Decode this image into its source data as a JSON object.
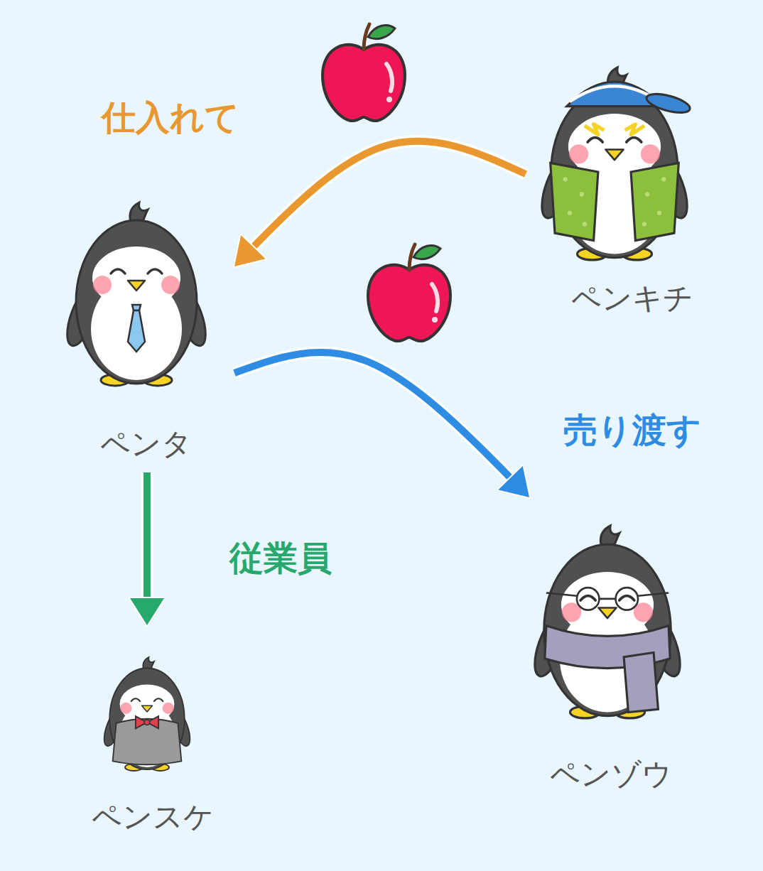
{
  "diagram": {
    "nodes": [
      {
        "text": [
          "ペンキチ"
        ]
      },
      {
        "text": [
          "ペンタ"
        ]
      },
      {
        "text": [
          "ペンゾウ"
        ]
      },
      {
        "text": [
          "ペンスケ"
        ]
      }
    ],
    "edges": [
      {
        "from": 0,
        "to": 1,
        "label": "仕入れて",
        "arrow": "to"
      },
      {
        "from": 1,
        "to": 2,
        "label": "売り渡す",
        "arrow": "to"
      },
      {
        "from": 1,
        "to": 3,
        "label": "従業員",
        "arrow": "to"
      }
    ]
  }
}
